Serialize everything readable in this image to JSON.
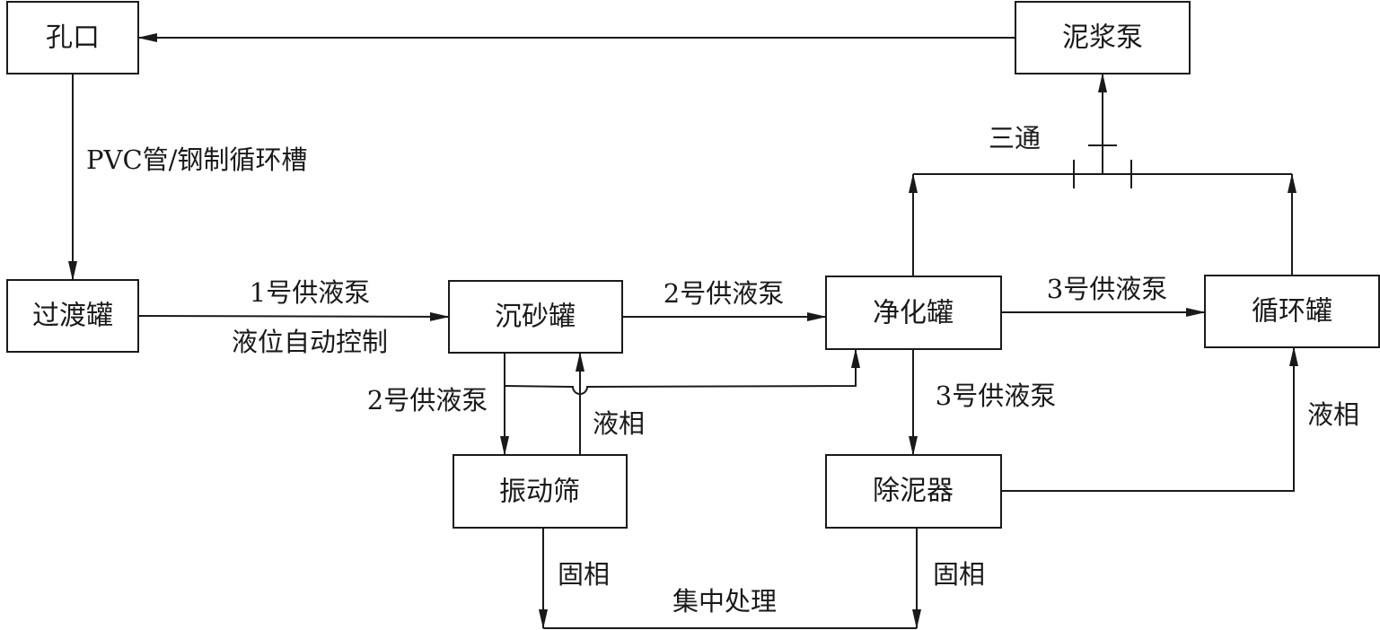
{
  "nodes": {
    "kongkou": "孔口",
    "nijiangbeng": "泥浆泵",
    "guodu": "过渡罐",
    "chensha": "沉砂罐",
    "jinghua": "净化罐",
    "xunhuan": "循环罐",
    "zhendongshai": "振动筛",
    "chuniqi": "除泥器"
  },
  "labels": {
    "pvc": "PVC管/钢制循环槽",
    "pump1": "1号供液泵",
    "level_control": "液位自动控制",
    "pump2_top": "2号供液泵",
    "pump2_left": "2号供液泵",
    "pump3_top": "3号供液泵",
    "pump3_down": "3号供液泵",
    "liquid_left": "液相",
    "liquid_right": "液相",
    "solid_left": "固相",
    "solid_right": "固相",
    "central": "集中处理",
    "tee": "三通"
  }
}
